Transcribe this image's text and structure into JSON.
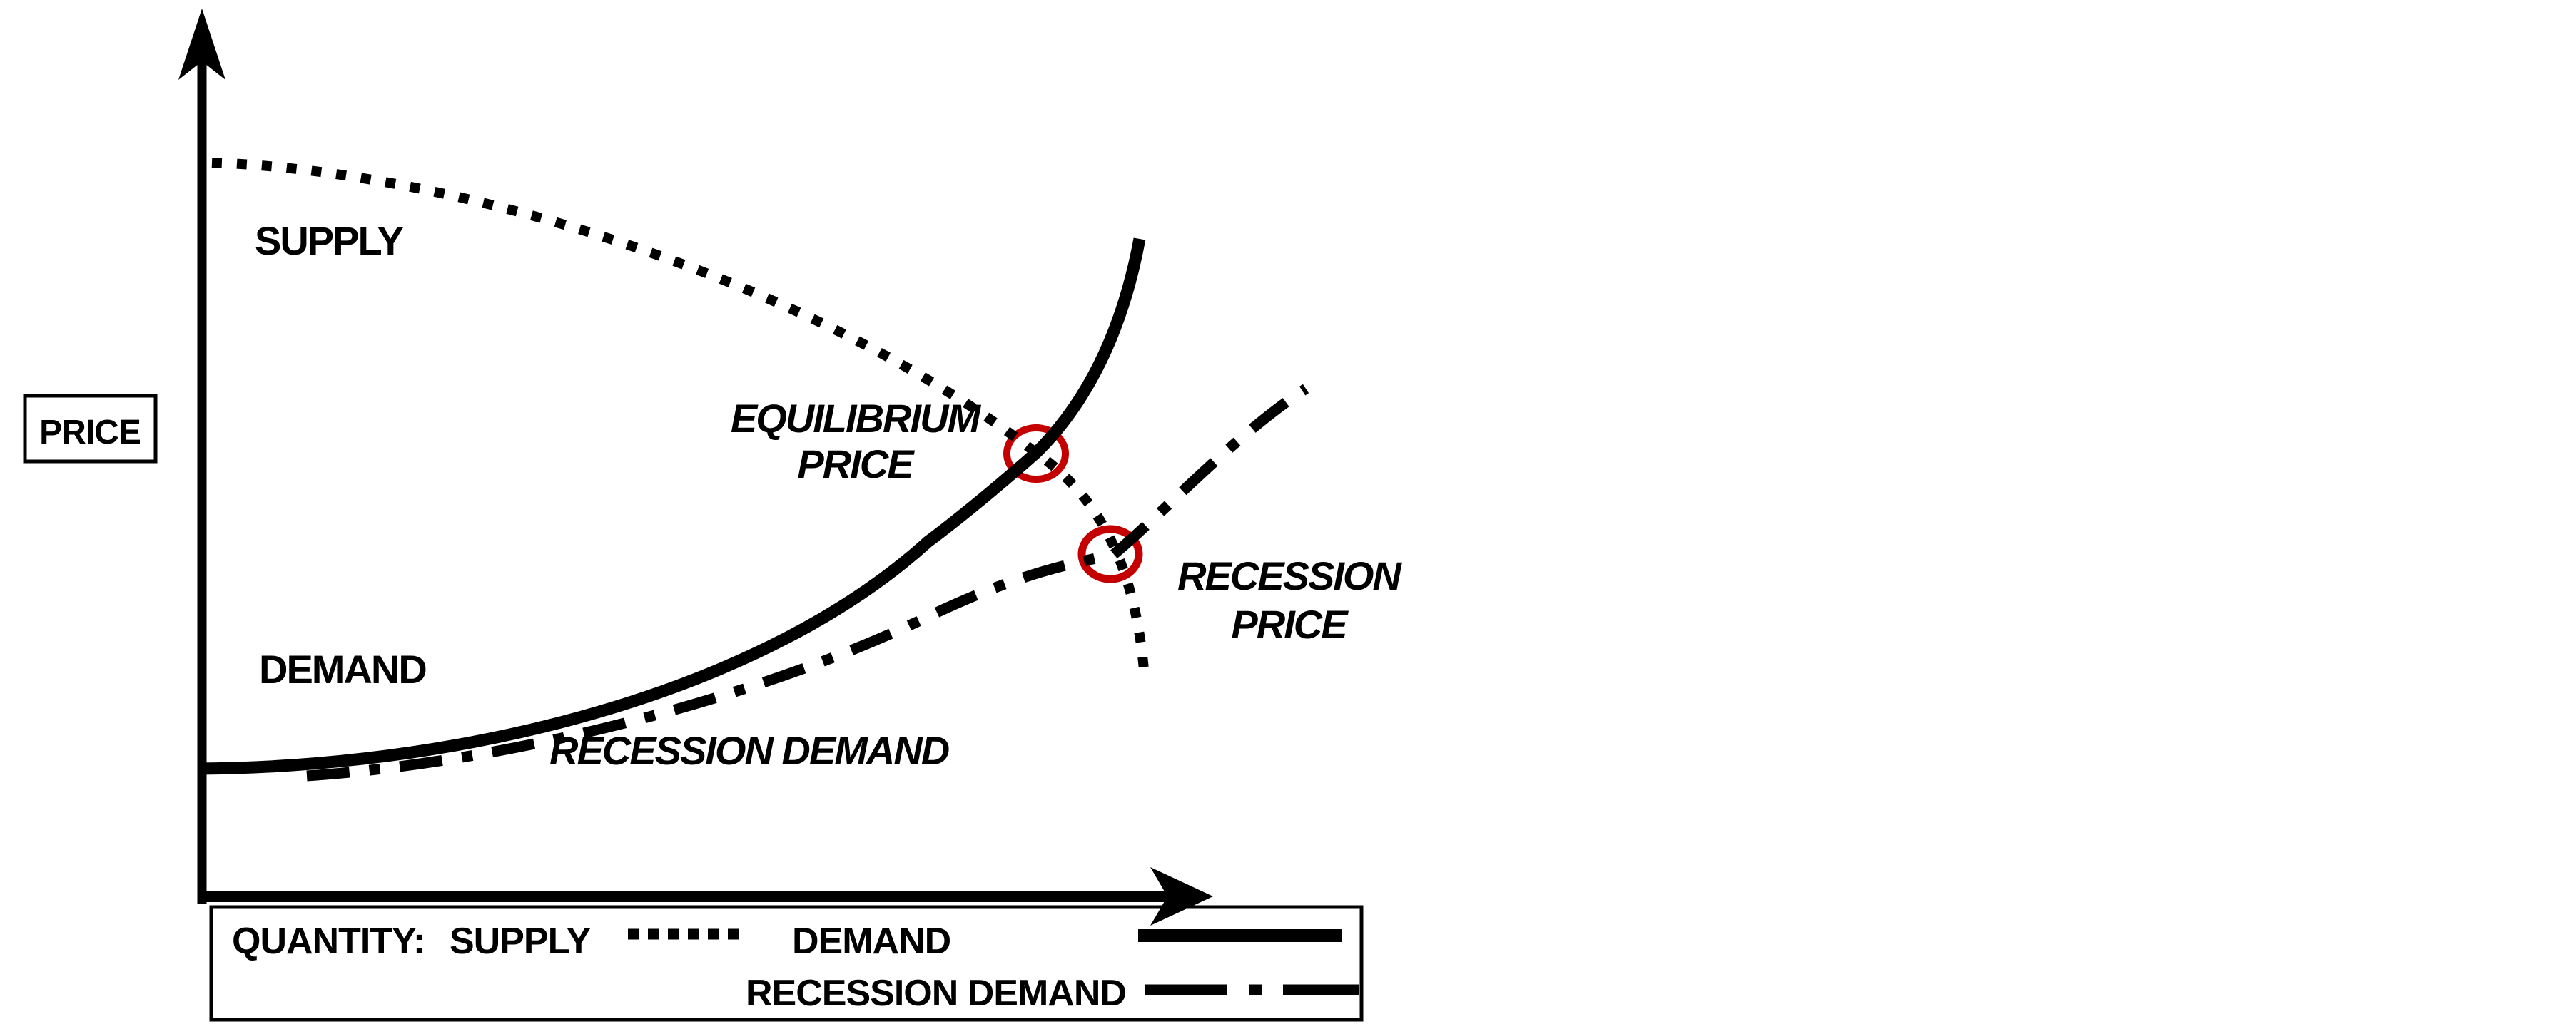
{
  "diagram": {
    "colors": {
      "ink": "#000000",
      "highlight": "#C40000",
      "background": "#FFFFFF"
    },
    "y_axis": {
      "label": "PRICE"
    },
    "curves": {
      "supply": {
        "label": "SUPPLY",
        "style": "dotted"
      },
      "demand": {
        "label": "DEMAND",
        "style": "solid"
      },
      "recession_demand": {
        "label": "RECESSION DEMAND",
        "style": "dash-dot"
      }
    },
    "annotations": {
      "equilibrium": {
        "line1": "EQUILIBRIUM",
        "line2": "PRICE",
        "marker": "red-circle"
      },
      "recession": {
        "line1": "RECESSION",
        "line2": "PRICE",
        "marker": "red-circle"
      }
    },
    "legend": {
      "title": "QUANTITY:",
      "items": [
        {
          "label": "SUPPLY",
          "style": "dotted"
        },
        {
          "label": "DEMAND",
          "style": "solid"
        },
        {
          "label": "RECESSION DEMAND",
          "style": "dash-dot"
        }
      ]
    }
  }
}
